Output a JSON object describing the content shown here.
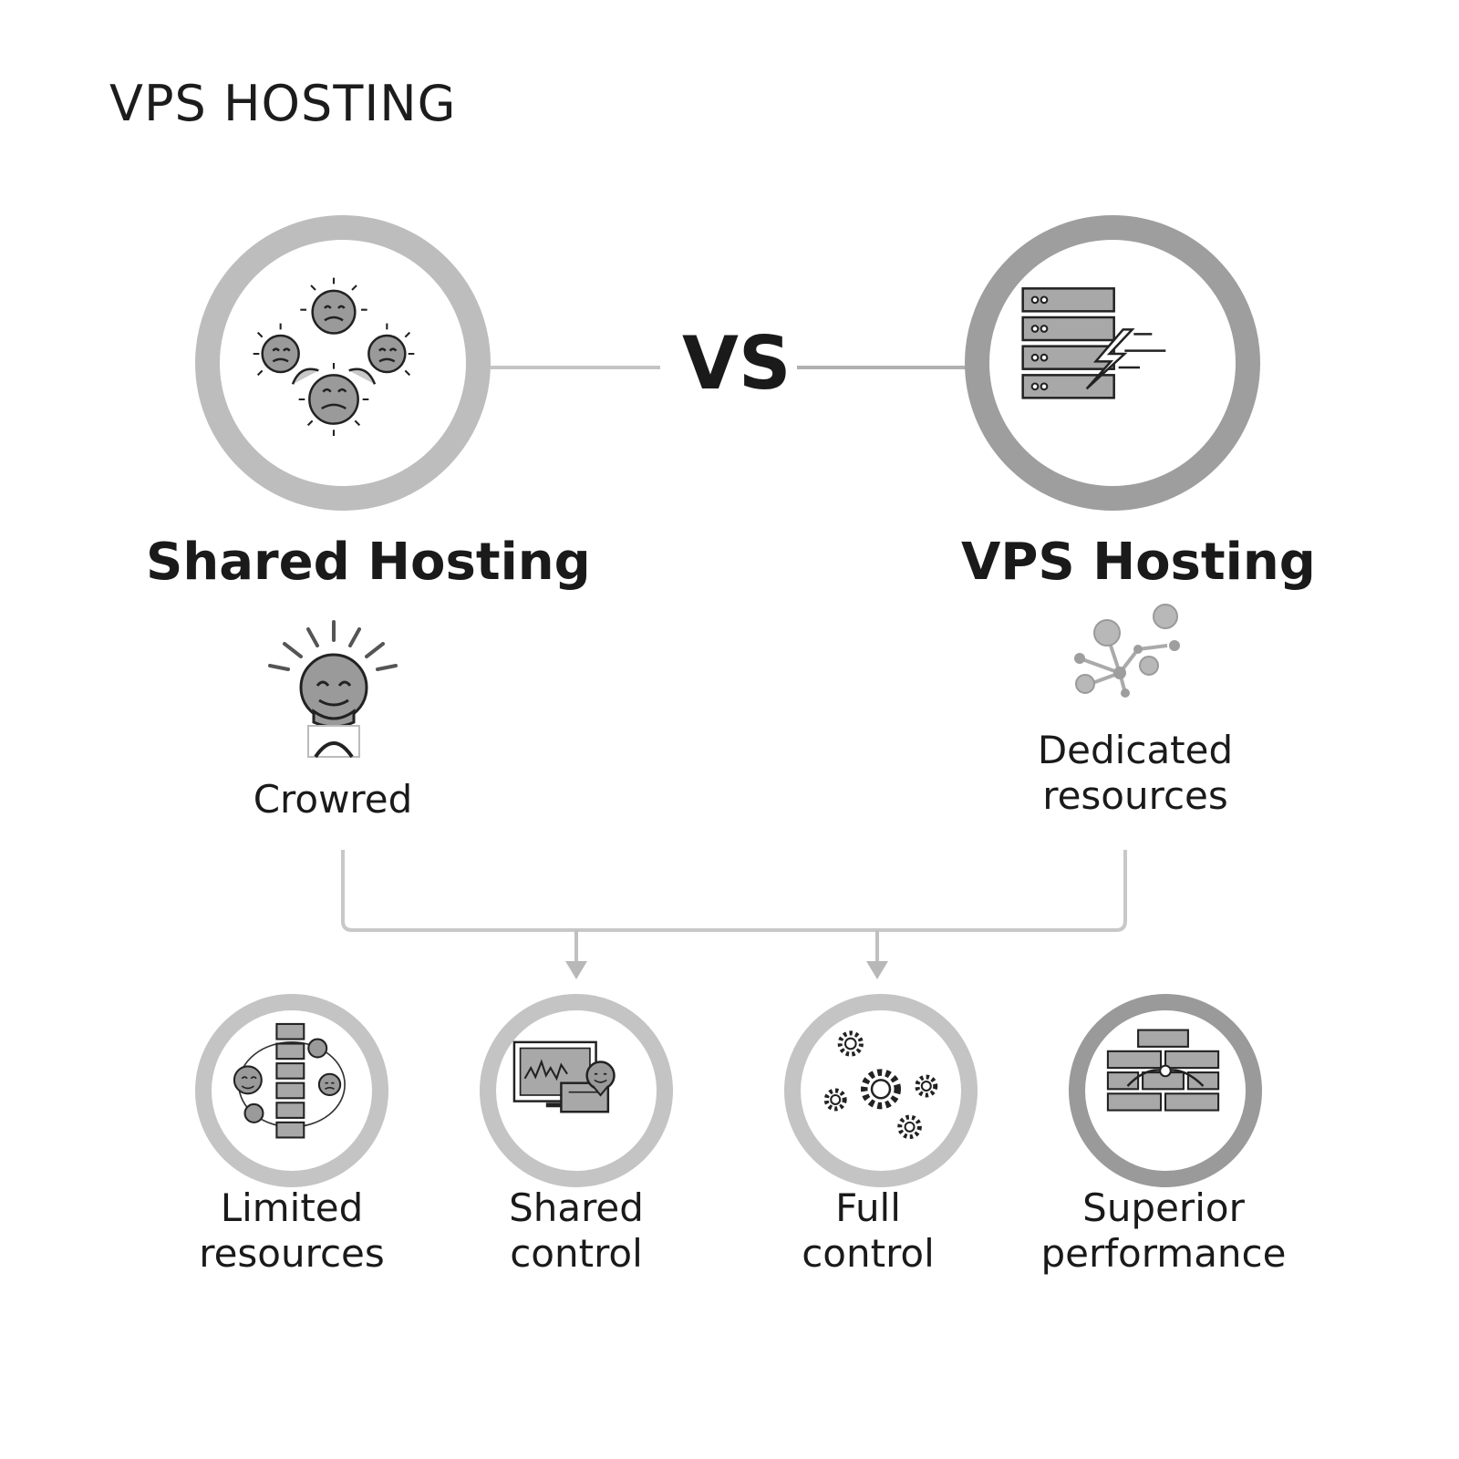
{
  "title": "VPS HOSTING",
  "vs_label": "VS",
  "left": {
    "heading": "Shared Hosting",
    "sub_label": "Crowred"
  },
  "right": {
    "heading": "VPS Hosting",
    "sub_label": [
      "Dedicated",
      "resources"
    ]
  },
  "features": [
    {
      "label": [
        "Limited",
        "resources"
      ],
      "icon": "server-users-icon"
    },
    {
      "label": [
        "Shared",
        "control"
      ],
      "icon": "monitor-chat-icon"
    },
    {
      "label": [
        "Full",
        "control"
      ],
      "icon": "gears-icon"
    },
    {
      "label": [
        "Superior",
        "performance"
      ],
      "icon": "brick-wall-icon"
    }
  ],
  "colors": {
    "ring_light": "#bdbdbd",
    "ring_dark": "#9e9e9e",
    "connector": "#c8c8c8",
    "text": "#1a1a1a"
  }
}
